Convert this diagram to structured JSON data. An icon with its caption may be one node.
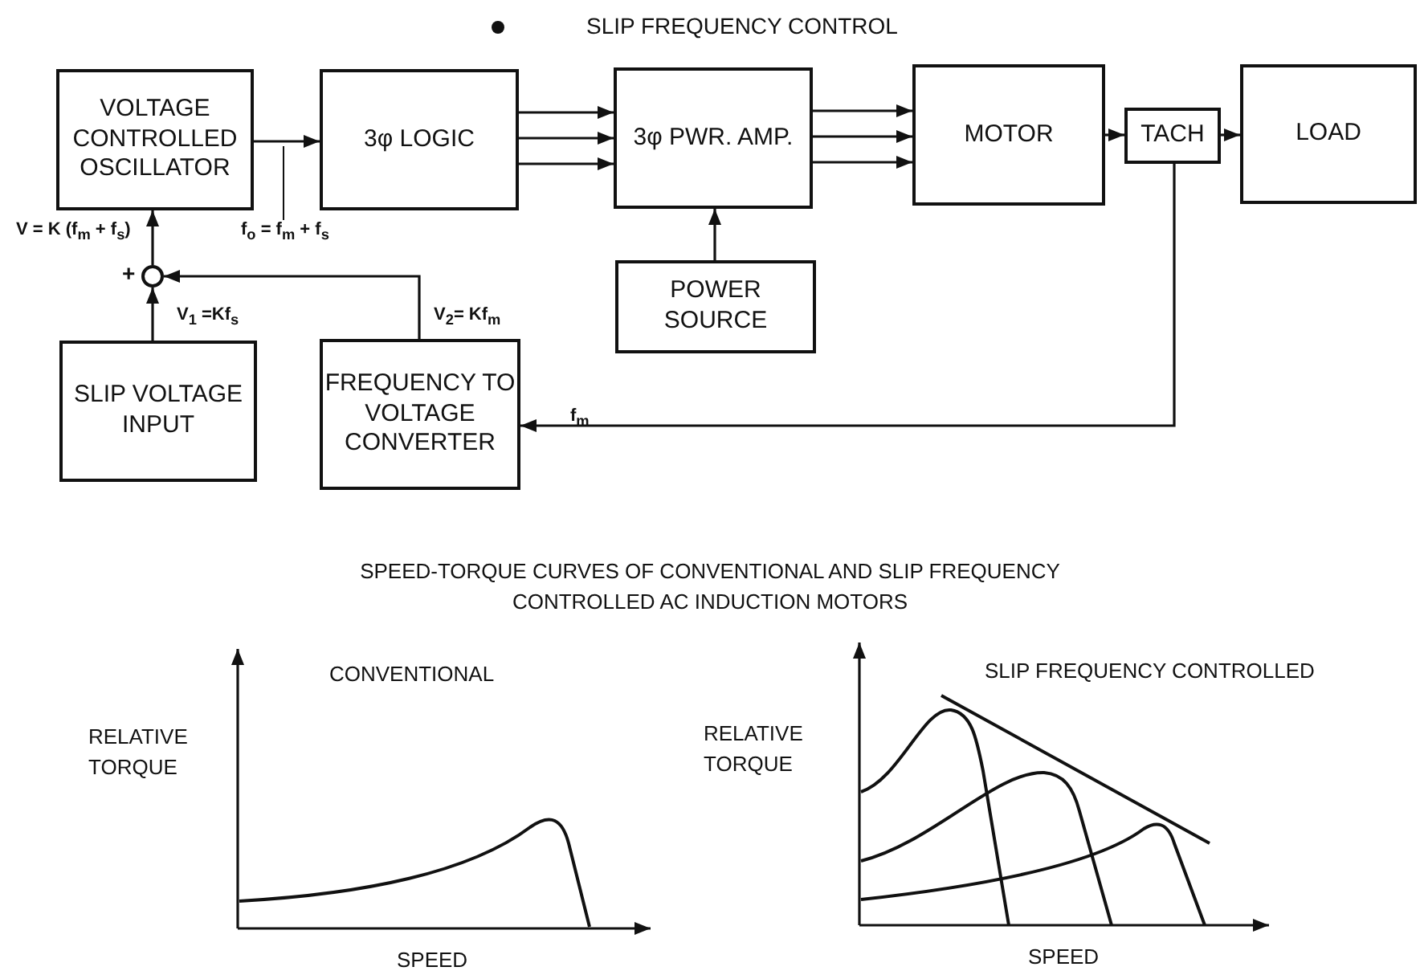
{
  "diagram": {
    "title": "SLIP FREQUENCY CONTROL",
    "nodes": [
      {
        "text": [
          "VOLTAGE CONTROLLED OSCILLATOR"
        ]
      },
      {
        "text": [
          "3φ LOGIC"
        ]
      },
      {
        "text": [
          "3φ PWR. AMP."
        ]
      },
      {
        "text": [
          "MOTOR"
        ]
      },
      {
        "text": [
          "TACH"
        ]
      },
      {
        "text": [
          "LOAD"
        ]
      },
      {
        "text": [
          "POWER SOURCE"
        ]
      },
      {
        "text": [],
        "shape": "circle",
        "beside": [
          "+"
        ]
      },
      {
        "text": [
          "SLIP VOLTAGE INPUT"
        ]
      },
      {
        "text": [
          "FREQUENCY TO VOLTAGE CONVERTER"
        ]
      }
    ],
    "edges": [
      {
        "from": 0,
        "to": 1,
        "arrow": "to",
        "label": "f$_{o}$ = f$_{m}$ + f$_{s}$"
      },
      {
        "from": 1,
        "to": 2,
        "arrow": "to"
      },
      {
        "from": 1,
        "to": 2,
        "arrow": "to"
      },
      {
        "from": 1,
        "to": 2,
        "arrow": "to"
      },
      {
        "from": 2,
        "to": 3,
        "arrow": "to"
      },
      {
        "from": 2,
        "to": 3,
        "arrow": "to"
      },
      {
        "from": 2,
        "to": 3,
        "arrow": "to"
      },
      {
        "from": 3,
        "to": 4,
        "arrow": "to"
      },
      {
        "from": 4,
        "to": 5,
        "arrow": "to"
      },
      {
        "from": 6,
        "to": 2,
        "arrow": "to"
      },
      {
        "from": 8,
        "to": 7,
        "arrow": "to",
        "label": "V$_{1}$ =Kf$_{s}$"
      },
      {
        "from": 9,
        "to": 7,
        "arrow": "to",
        "label": "V$_{2}$= Kf$_{m}$"
      },
      {
        "from": 7,
        "to": 0,
        "arrow": "to",
        "label": "V = K (f$_{m}$ + f$_{s}$)"
      },
      {
        "from": 4,
        "to": 9,
        "arrow": "to",
        "label": "f$_{m}$"
      }
    ],
    "labels": [
      "SPEED-TORQUE CURVES OF CONVENTIONAL AND SLIP FREQUENCY CONTROLLED AC INDUCTION MOTORS",
      "CONVENTIONAL",
      "RELATIVE TORQUE",
      "SPEED",
      "SLIP FREQUENCY CONTROLLED",
      "RELATIVE TORQUE",
      "SPEED"
    ]
  }
}
